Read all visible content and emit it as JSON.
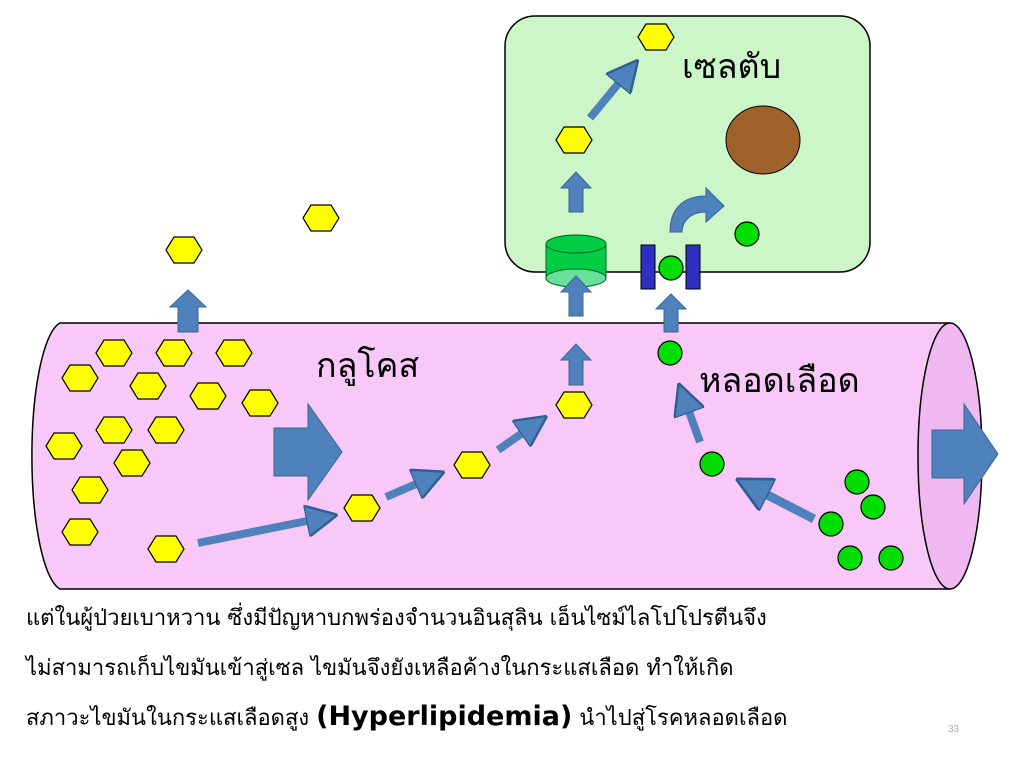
{
  "labels": {
    "cell": "เซลตับ",
    "glucose": "กลูโคส",
    "vessel": "หลอดเลือด"
  },
  "caption": {
    "line1": "แต่ในผู้ป่วยเบาหวาน ซึ่งมีปัญหาบกพร่องจำนวนอินสุลิน เอ็นไซม์ไลโปโปรตีนจึง",
    "line2": "ไม่สามารถเก็บไขมันเข้าสู่เซล ไขมันจึงยังเหลือค้างในกระแสเลือด ทำให้เกิด",
    "line3_pre": "สภาวะไขมันในกระแสเลือดสูง ",
    "line3_em": "(Hyperlipidemia)",
    "line3_post": " นำไปสู่โรคหลอดเลือด"
  },
  "page_number": "33",
  "colors": {
    "vessel_fill": "#f8c9f8",
    "cell_fill": "#ccf5c8",
    "nucleus": "#a0622d",
    "glucose_fill": "#ffff00",
    "lipid_fill": "#00dd00",
    "arrow": "#4f81bd",
    "channel": "#00cc44",
    "transporter": "#3030c0"
  }
}
